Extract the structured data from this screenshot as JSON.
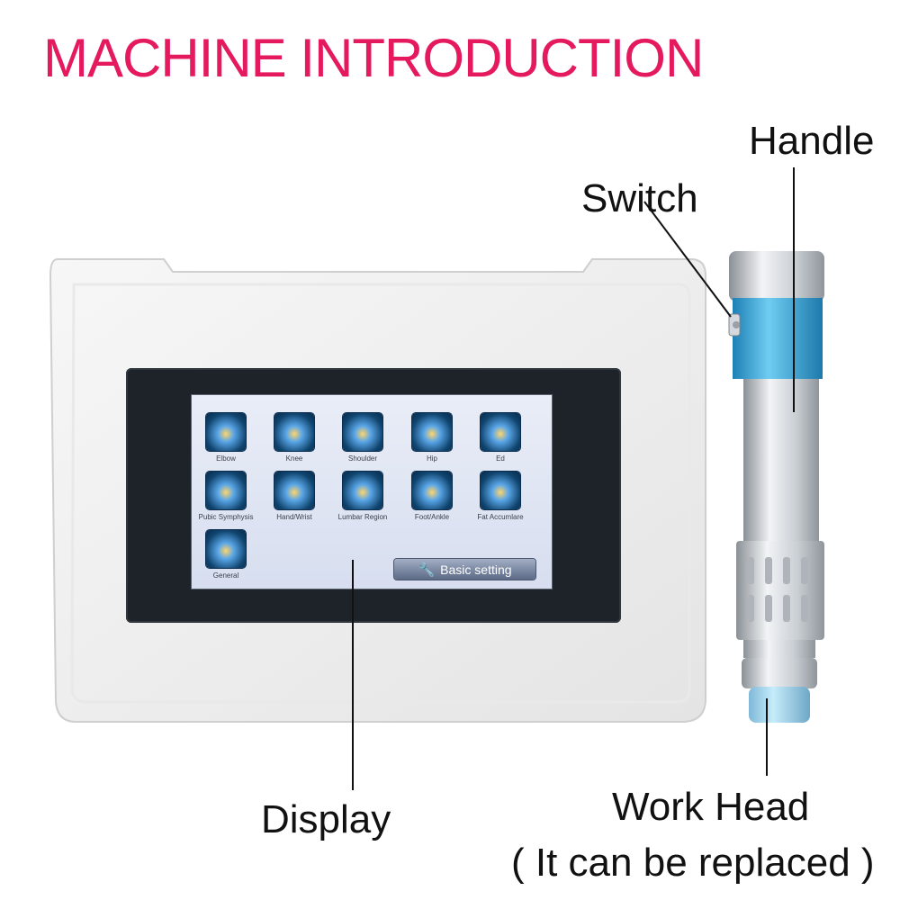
{
  "title": "MACHINE INTRODUCTION",
  "callouts": {
    "handle": "Handle",
    "switch": "Switch",
    "display": "Display",
    "work_head": "Work Head",
    "work_head_note": "( It can be replaced )"
  },
  "screen": {
    "tiles": [
      {
        "label": "Elbow"
      },
      {
        "label": "Knee"
      },
      {
        "label": "Shoulder"
      },
      {
        "label": "Hip"
      },
      {
        "label": "Ed"
      },
      {
        "label": "Pubic Symphysis"
      },
      {
        "label": "Hand/Wrist"
      },
      {
        "label": "Lumbar Region"
      },
      {
        "label": "Foot/Ankle"
      },
      {
        "label": "Fat Accumlare"
      },
      {
        "label": "General"
      }
    ],
    "basic_setting": "Basic setting"
  },
  "colors": {
    "title": "#e5195e",
    "handle_accent": "#3aa9d8",
    "screen_bg": "#dfe5f3"
  }
}
